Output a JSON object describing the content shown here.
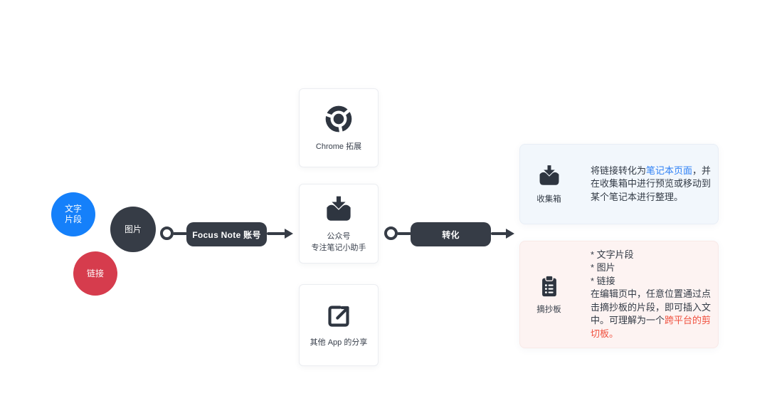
{
  "colors": {
    "ink": "#363c46",
    "icon": "#2e3540",
    "source_text": "#1580fa",
    "source_image": "#363c46",
    "source_link": "#d63c4d",
    "link_text": "#2e80f5",
    "danger_text": "#f0503e",
    "card_collection_bg": "#f2f7fc",
    "card_clipboard_bg": "#fdf3f2"
  },
  "sources": [
    {
      "id": "text-fragment",
      "label": "文字\n片段",
      "color": "#1580fa"
    },
    {
      "id": "image",
      "label": "图片",
      "color": "#363c46"
    },
    {
      "id": "link",
      "label": "链接",
      "color": "#d63c4d"
    }
  ],
  "flow": {
    "account_pill": "Focus Note 账号",
    "convert_pill": "转化"
  },
  "channels": [
    {
      "id": "chrome-extension",
      "icon": "chrome-icon",
      "label": "Chrome 拓展"
    },
    {
      "id": "official-account",
      "icon": "inbox-icon",
      "label": "公众号\n专注笔记小助手"
    },
    {
      "id": "other-app-share",
      "icon": "share-icon",
      "label": "其他 App 的分享"
    }
  ],
  "cards": {
    "collection": {
      "title": "收集箱",
      "icon": "inbox-icon",
      "bg": "#f2f7fc",
      "lines": [
        [
          {
            "t": "将链接转化为"
          },
          {
            "t": "笔记本页面",
            "c": "#2e80f5"
          },
          {
            "t": "，并"
          }
        ],
        [
          {
            "t": "在收集箱中进行预览或移动到"
          }
        ],
        [
          {
            "t": "某个笔记本进行整理。"
          }
        ]
      ]
    },
    "clipboard": {
      "title": "摘抄板",
      "icon": "clipboard-icon",
      "bg": "#fdf3f2",
      "lines": [
        [
          {
            "t": "* 文字片段"
          }
        ],
        [
          {
            "t": "* 图片"
          }
        ],
        [
          {
            "t": "* 链接"
          }
        ],
        [
          {
            "t": "在编辑页中，任意位置通过点"
          }
        ],
        [
          {
            "t": "击摘抄板的片段，即可插入文"
          }
        ],
        [
          {
            "t": "中。可理解为一个"
          },
          {
            "t": "跨平台的剪",
            "c": "#f0503e"
          }
        ],
        [
          {
            "t": "切板。",
            "c": "#f0503e"
          }
        ]
      ]
    }
  }
}
